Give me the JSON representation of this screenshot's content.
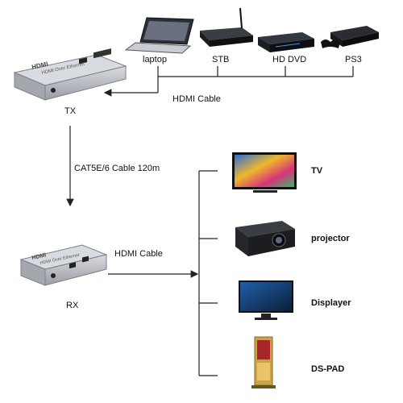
{
  "sources": [
    {
      "label": "laptop",
      "icon": "laptop-icon"
    },
    {
      "label": "STB",
      "icon": "set-top-box-icon"
    },
    {
      "label": "HD DVD",
      "icon": "dvd-player-icon"
    },
    {
      "label": "PS3",
      "icon": "game-console-icon"
    }
  ],
  "tx": {
    "label": "TX",
    "device_brand": "HDMI",
    "device_text": "HDMI Over Ethernet"
  },
  "rx": {
    "label": "RX",
    "device_brand": "HDMI",
    "device_text": "HDMI Over Ethernet"
  },
  "links": {
    "input_cable": "HDMI Cable",
    "ethernet_cable": "CAT5E/6 Cable  120m",
    "output_cable": "HDMI Cable"
  },
  "outputs": [
    {
      "label": "TV",
      "icon": "tv-icon"
    },
    {
      "label": "projector",
      "icon": "projector-icon"
    },
    {
      "label": "Displayer",
      "icon": "monitor-icon"
    },
    {
      "label": "DS-PAD",
      "icon": "digital-signage-kiosk-icon"
    }
  ],
  "colors": {
    "line": "#222222",
    "device_silver": "#b9bcc2",
    "screen_dark": "#1a1f2a"
  }
}
